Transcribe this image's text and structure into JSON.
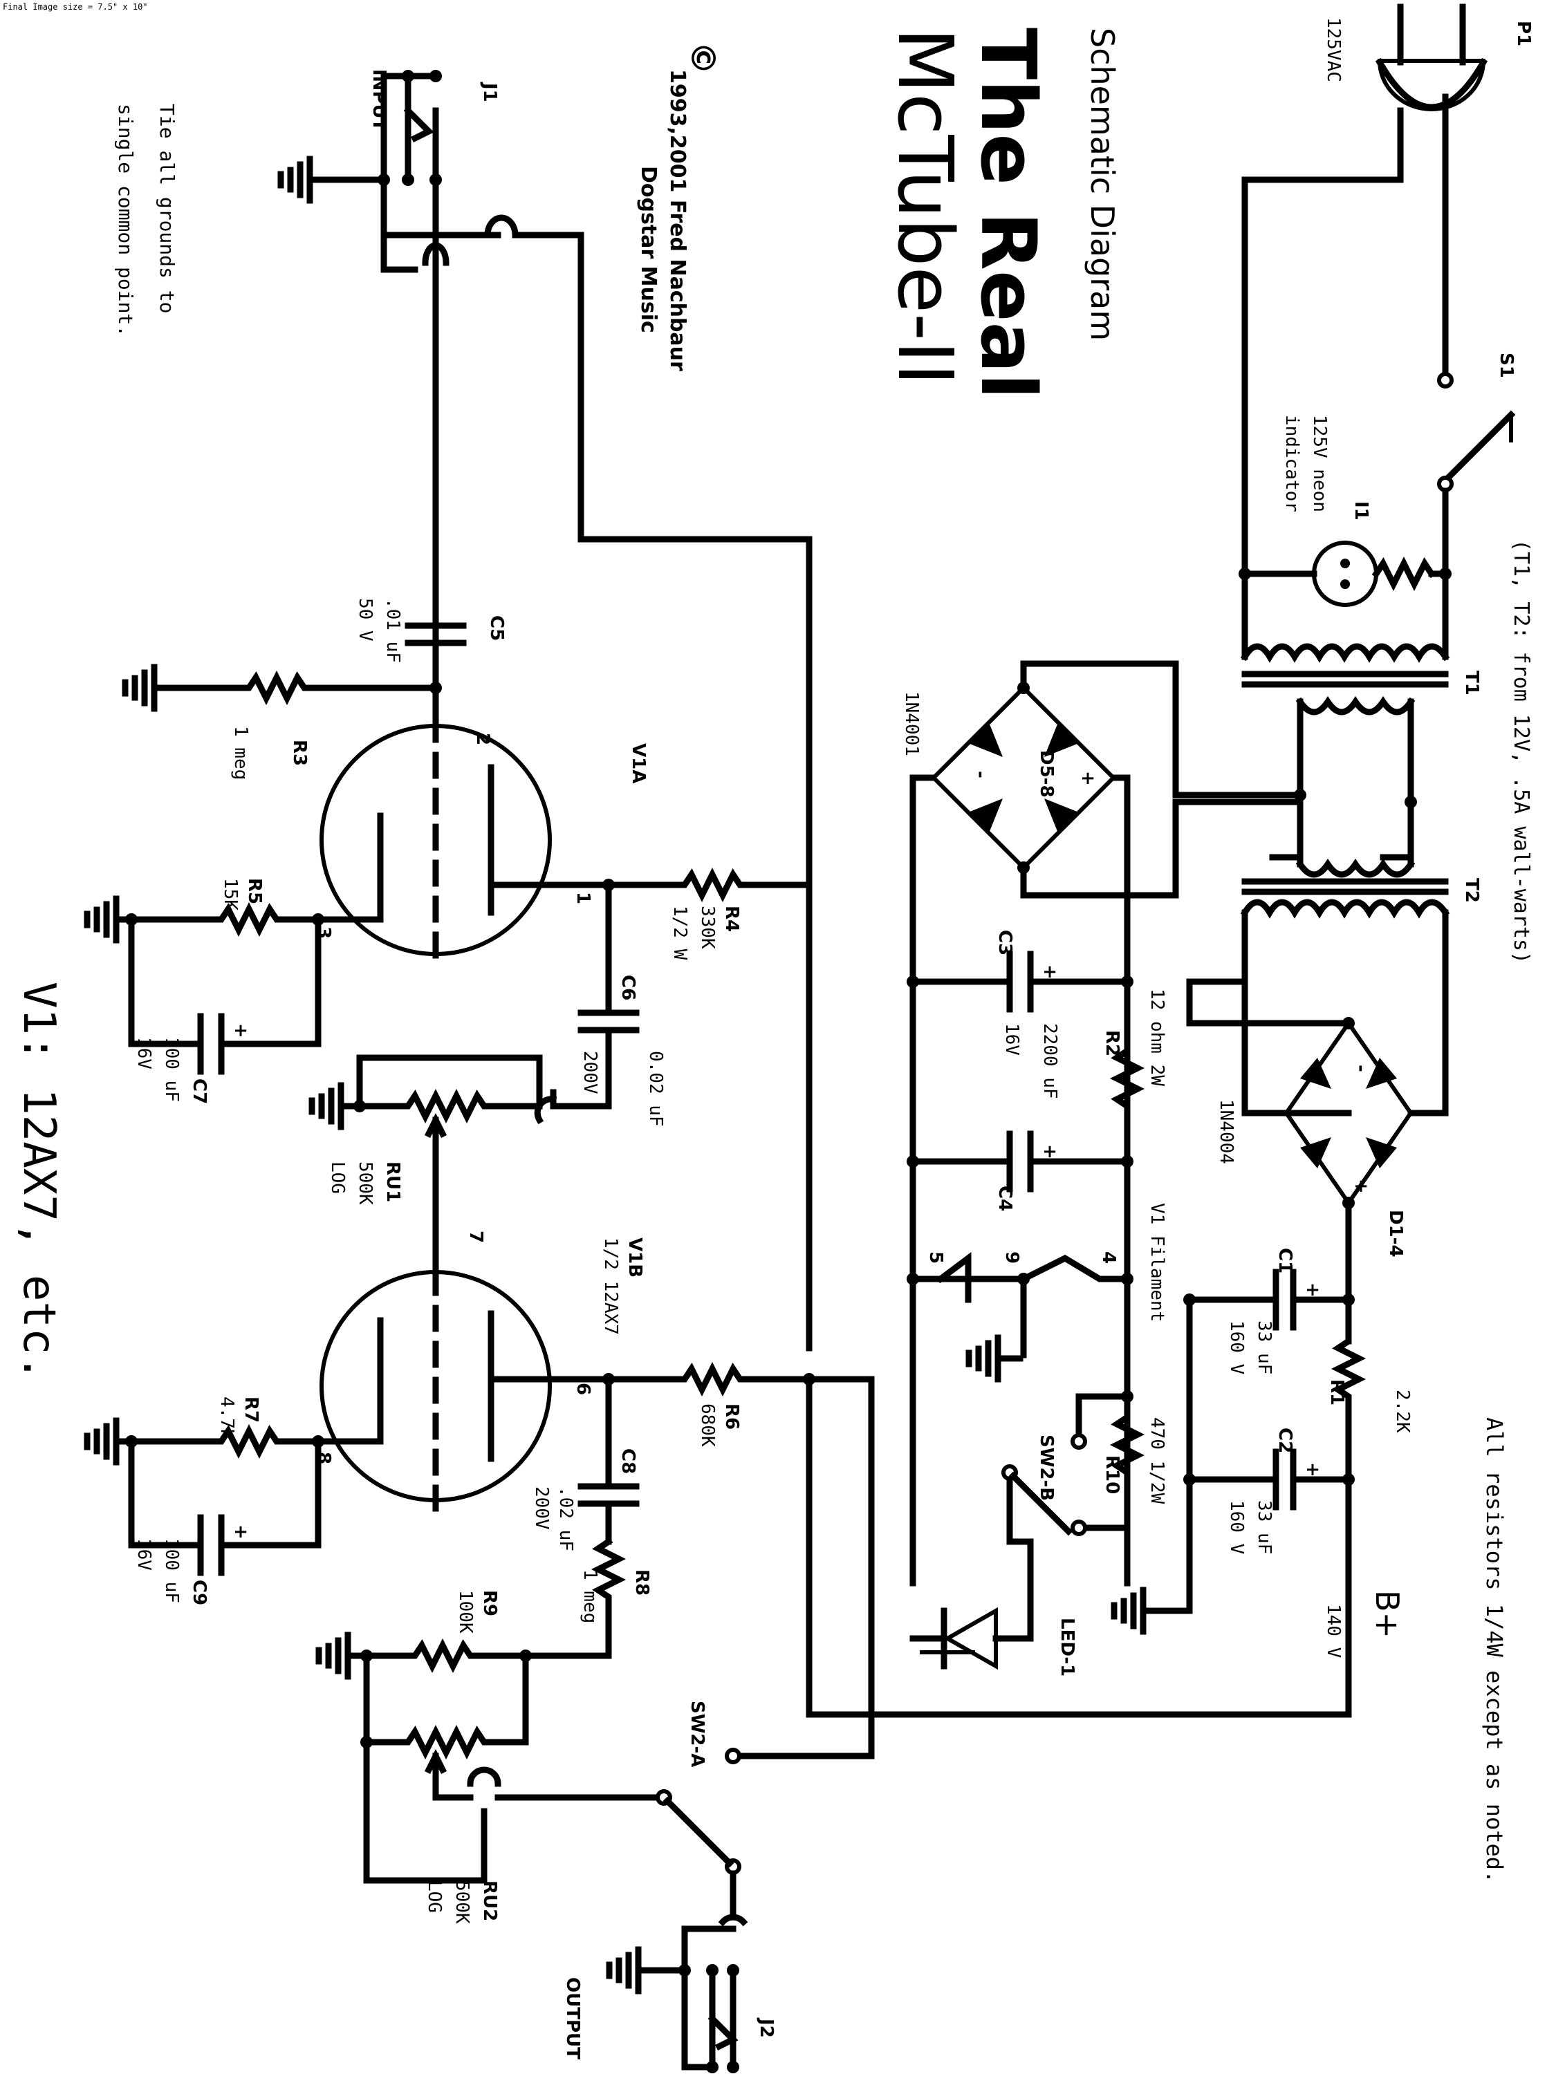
{
  "page_note": "Final Image size = 7.5\" x 10\"",
  "title": {
    "line1": "Schematic Diagram",
    "line2": "The Real",
    "line3": "McTube-II"
  },
  "copyright": {
    "symbol": "©",
    "line1": "1993,2001 Fred Nachbaur",
    "line2": "Dogstar Music"
  },
  "notes": {
    "grounds_line1": "Tie all grounds to",
    "grounds_line2": "single common point.",
    "resistors": "All resistors 1/4W except as noted.",
    "transformers": "(T1, T2: from 12V, .5A wall-warts)",
    "tube": "V1: 12AX7, etc.",
    "bplus": "B+",
    "bplus_voltage": "140 V",
    "filament": "V1 Filament"
  },
  "components": {
    "P1": {
      "ref": "P1",
      "value": "125VAC"
    },
    "S1": {
      "ref": "S1"
    },
    "I1": {
      "ref": "I1",
      "value1": "125V neon",
      "value2": "indicator"
    },
    "T1": {
      "ref": "T1"
    },
    "T2": {
      "ref": "T2"
    },
    "D5_8": {
      "ref": "D5-8",
      "value": "1N4001"
    },
    "D1_4": {
      "ref": "D1-4",
      "value": "1N4004"
    },
    "C1": {
      "ref": "C1",
      "value1": "33 uF",
      "value2": "160 V"
    },
    "C2": {
      "ref": "C2",
      "value1": "33 uF",
      "value2": "160 V"
    },
    "C3": {
      "ref": "C3",
      "value1": "2200 uF",
      "value2": "16V"
    },
    "C4": {
      "ref": "C4"
    },
    "C5": {
      "ref": "C5",
      "value1": ".01 uF",
      "value2": "50 V"
    },
    "C6": {
      "ref": "C6",
      "value1": "0.02 uF",
      "value2": "200V"
    },
    "C7": {
      "ref": "C7",
      "value1": "100 uF",
      "value2": "16V"
    },
    "C8": {
      "ref": "C8",
      "value1": ".02 uF",
      "value2": "200V"
    },
    "C9": {
      "ref": "C9",
      "value1": "100 uF",
      "value2": "16V"
    },
    "R1": {
      "ref": "R1",
      "value": "2.2K"
    },
    "R2": {
      "ref": "R2",
      "value": "12 ohm 2W"
    },
    "R3": {
      "ref": "R3",
      "value": "1 meg"
    },
    "R4": {
      "ref": "R4",
      "value1": "330K",
      "value2": "1/2 W"
    },
    "R5": {
      "ref": "R5",
      "value": "15K"
    },
    "R6": {
      "ref": "R6",
      "value": "680K"
    },
    "R7": {
      "ref": "R7",
      "value": "4.7K"
    },
    "R8": {
      "ref": "R8",
      "value": "1 meg"
    },
    "R9": {
      "ref": "R9",
      "value": "100K"
    },
    "R10": {
      "ref": "R10",
      "value": "470 1/2W"
    },
    "RU1": {
      "ref": "RU1",
      "value1": "500K",
      "value2": "LOG"
    },
    "RU2": {
      "ref": "RU2",
      "value1": "500K",
      "value2": "LOG"
    },
    "V1A": {
      "ref": "V1A"
    },
    "V1B": {
      "ref": "V1B",
      "value": "1/2 12AX7"
    },
    "J1": {
      "ref": "J1",
      "value": "INPUT"
    },
    "J2": {
      "ref": "J2",
      "value": "OUTPUT"
    },
    "SW2A": {
      "ref": "SW2-A"
    },
    "SW2B": {
      "ref": "SW2-B"
    },
    "LED1": {
      "ref": "LED-1"
    }
  },
  "pins": {
    "v1a_grid": "2",
    "v1a_plate": "1",
    "v1a_cathode": "3",
    "v1b_grid": "7",
    "v1b_plate": "6",
    "v1b_cathode": "8",
    "fil_a": "5",
    "fil_ct": "9",
    "fil_b": "4"
  },
  "polarity": {
    "plus": "+",
    "minus": "-"
  }
}
